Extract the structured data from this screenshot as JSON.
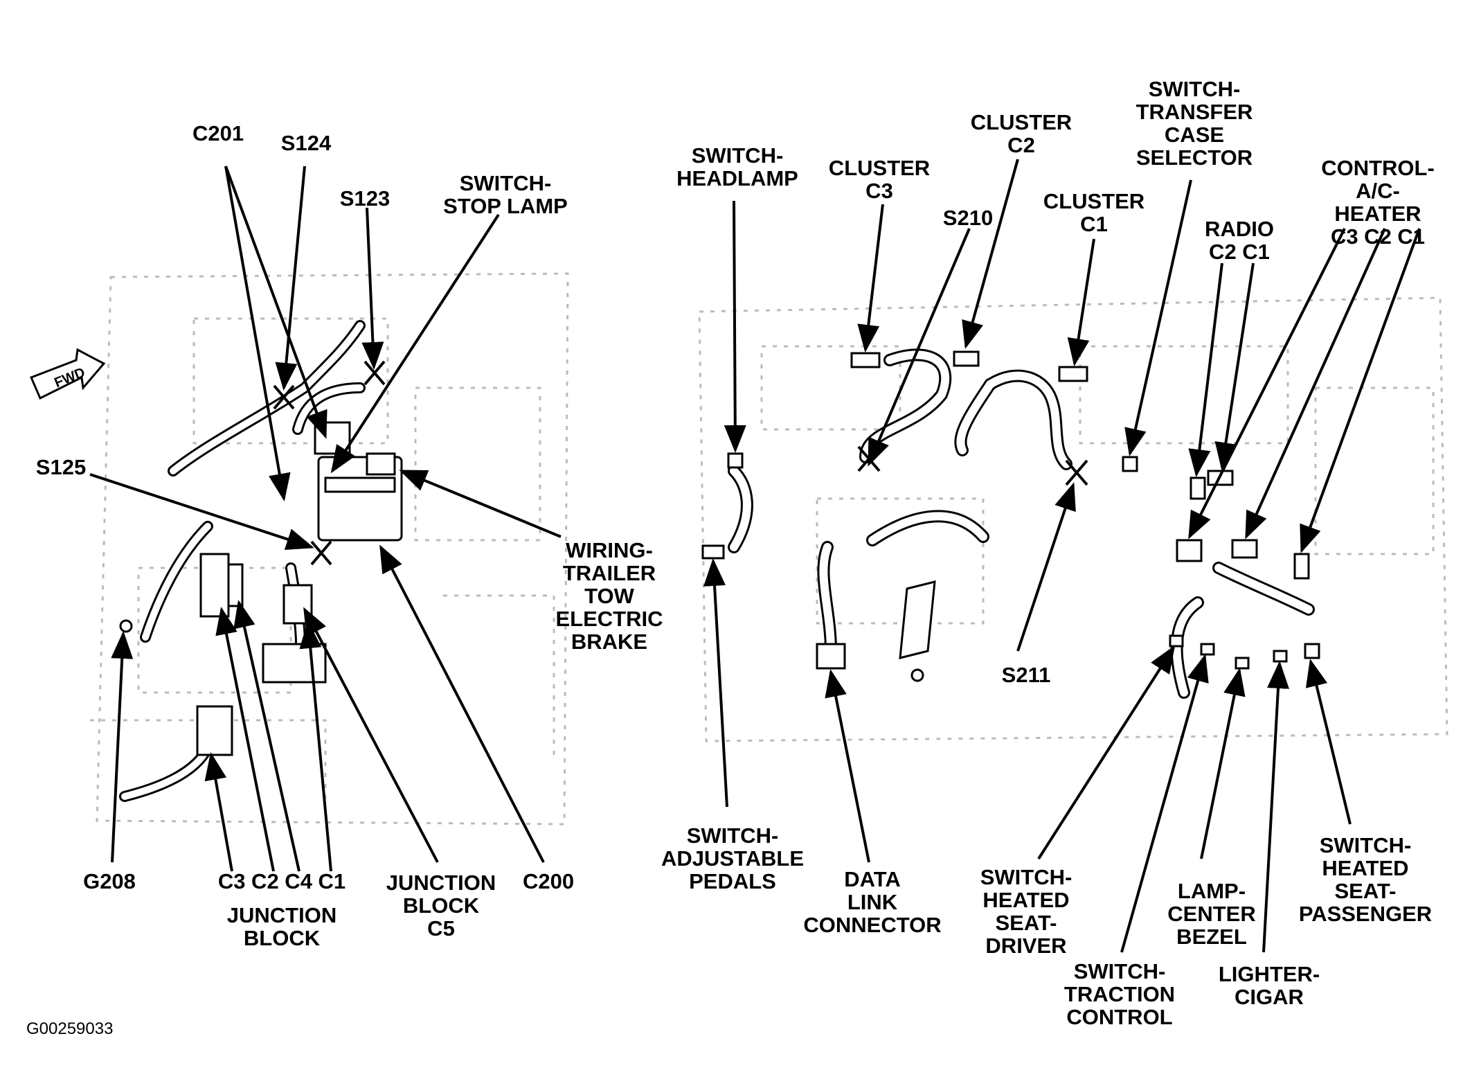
{
  "diagram": {
    "ref_code": "G00259033",
    "fwd_marker": "FWD",
    "left_view": {
      "labels": {
        "c201": "C201",
        "s124": "S124",
        "s123": "S123",
        "switch_stop_lamp": "SWITCH-\nSTOP LAMP",
        "s125": "S125",
        "wiring_trailer": "WIRING-\nTRAILER\nTOW\nELECTRIC\nBRAKE",
        "g208": "G208",
        "jb_connectors": "C3  C2 C4  C1",
        "junction_block": "JUNCTION\nBLOCK",
        "junction_block_c5": "JUNCTION\nBLOCK\nC5",
        "c200": "C200"
      }
    },
    "right_view": {
      "labels": {
        "switch_headlamp": "SWITCH-\nHEADLAMP",
        "cluster_c3": "CLUSTER\nC3",
        "s210": "S210",
        "cluster_c2": "CLUSTER\nC2",
        "cluster_c1": "CLUSTER\nC1",
        "switch_transfer": "SWITCH-\nTRANSFER\nCASE\nSELECTOR",
        "radio": "RADIO\nC2    C1",
        "control_ac": "CONTROL-\nA/C-HEATER\nC3   C2   C1",
        "switch_adj_pedals": "SWITCH-\nADJUSTABLE\nPEDALS",
        "data_link": "DATA\nLINK\nCONNECTOR",
        "s211": "S211",
        "heated_seat_driver": "SWITCH-\nHEATED\nSEAT-\nDRIVER",
        "traction_control": "SWITCH-\nTRACTION\nCONTROL",
        "lamp_center_bezel": "LAMP-\nCENTER\nBEZEL",
        "lighter_cigar": "LIGHTER-\nCIGAR",
        "heated_seat_passenger": "SWITCH-\nHEATED SEAT-\nPASSENGER"
      }
    }
  }
}
